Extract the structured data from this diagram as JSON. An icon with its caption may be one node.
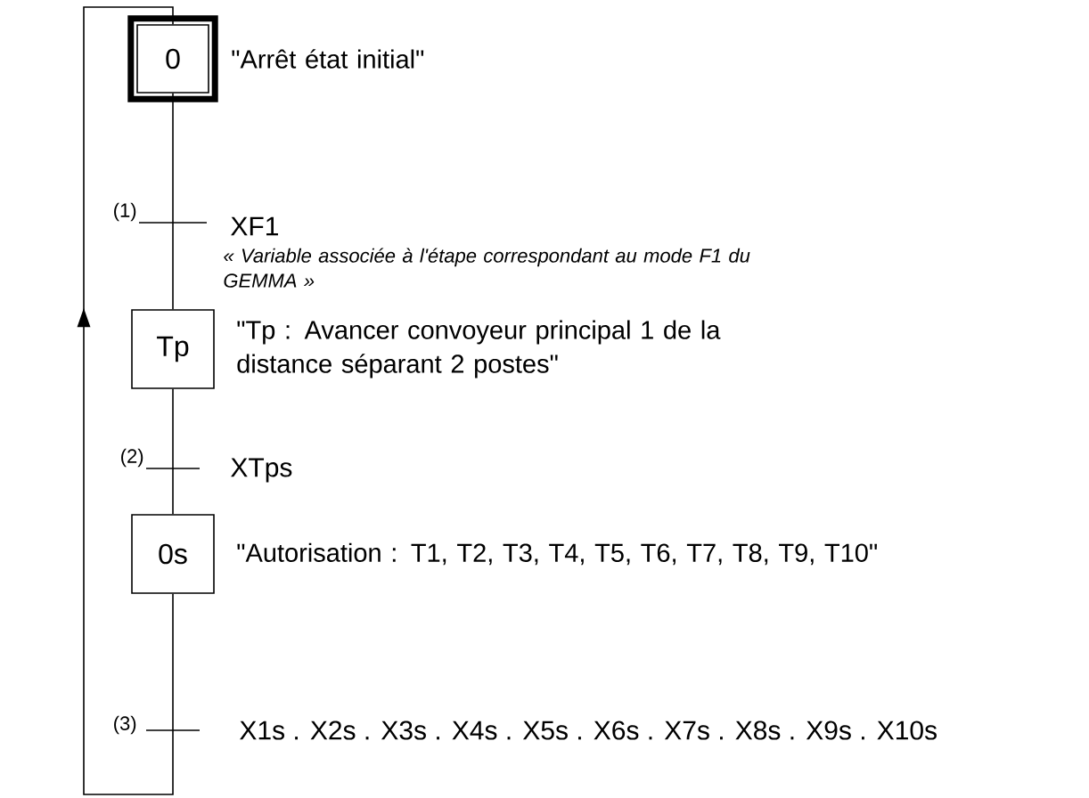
{
  "diagram": {
    "nodes": [
      {
        "text": [
          "0"
        ],
        "beside": [
          "\"Arrêt état initial\""
        ]
      },
      {
        "text": [
          "Tp"
        ],
        "beside": [
          "\"Tp : Avancer convoyeur principal 1 de la distance séparant 2 postes\""
        ]
      },
      {
        "text": [
          "0s"
        ],
        "beside": [
          "\"Autorisation : T1, T2, T3, T4, T5, T6, T7, T8, T9, T10\""
        ]
      }
    ],
    "edges": [
      {
        "from": 0,
        "to": 1,
        "arrow": "none"
      },
      {
        "from": 1,
        "to": 2,
        "arrow": "none"
      },
      {
        "from": 2,
        "to": 0,
        "arrow": "to"
      }
    ],
    "labels": [
      "(1)",
      "XF1",
      "« Variable associée à l'étape correspondant au mode F1 du GEMMA »",
      "(2)",
      "XTps",
      "(3)",
      "X1s . X2s . X3s . X4s . X5s . X6s . X7s . X8s . X9s . X10s"
    ]
  }
}
